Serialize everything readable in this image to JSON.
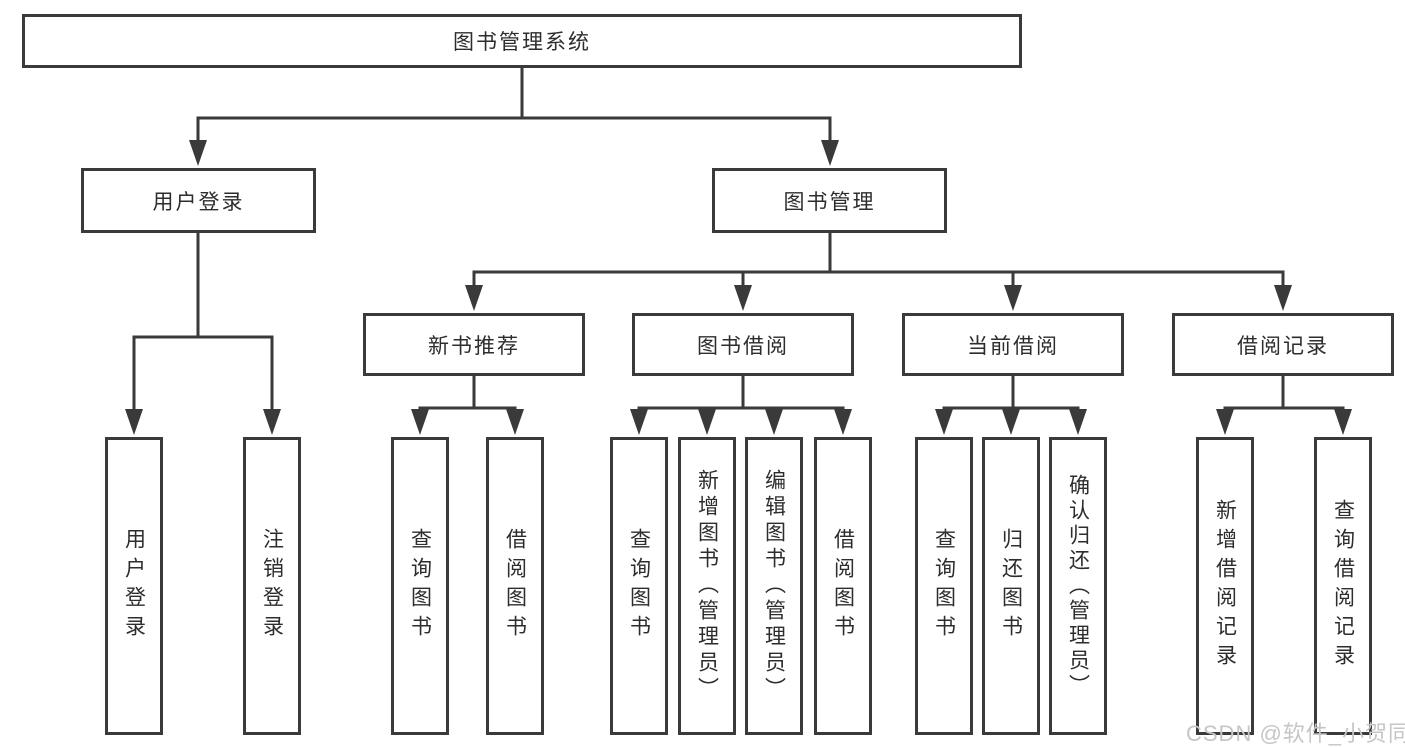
{
  "nodes": {
    "root": {
      "label": "图书管理系统"
    },
    "user_login": {
      "label": "用户登录"
    },
    "book_management": {
      "label": "图书管理"
    },
    "new_book_recommend": {
      "label": "新书推荐"
    },
    "book_borrow": {
      "label": "图书借阅"
    },
    "current_borrow": {
      "label": "当前借阅"
    },
    "borrow_record": {
      "label": "借阅记录"
    },
    "leaf_user_login": {
      "label": "用户登录"
    },
    "leaf_logout": {
      "label": "注销登录"
    },
    "leaf_nb_query_book": {
      "label": "查询图书"
    },
    "leaf_nb_borrow_book": {
      "label": "借阅图书"
    },
    "leaf_bb_query_book": {
      "label": "查询图书"
    },
    "leaf_bb_add_book": {
      "label": "新增图书（管理员）"
    },
    "leaf_bb_edit_book": {
      "label": "编辑图书（管理员）"
    },
    "leaf_bb_borrow_book": {
      "label": "借阅图书"
    },
    "leaf_cb_query_book": {
      "label": "查询图书"
    },
    "leaf_cb_return_book": {
      "label": "归还图书"
    },
    "leaf_cb_confirm_return": {
      "label": "确认归还（管理员）"
    },
    "leaf_br_add_record": {
      "label": "新增借阅记录"
    },
    "leaf_br_query_record": {
      "label": "查询借阅记录"
    }
  },
  "watermark": {
    "text": "CSDN @软件_小贺同学"
  },
  "colors": {
    "line": "#3a3a3a",
    "box_border": "#3a3a3a",
    "text": "#2d2d2d",
    "watermark": "#c6c6c6",
    "background": "#ffffff"
  }
}
